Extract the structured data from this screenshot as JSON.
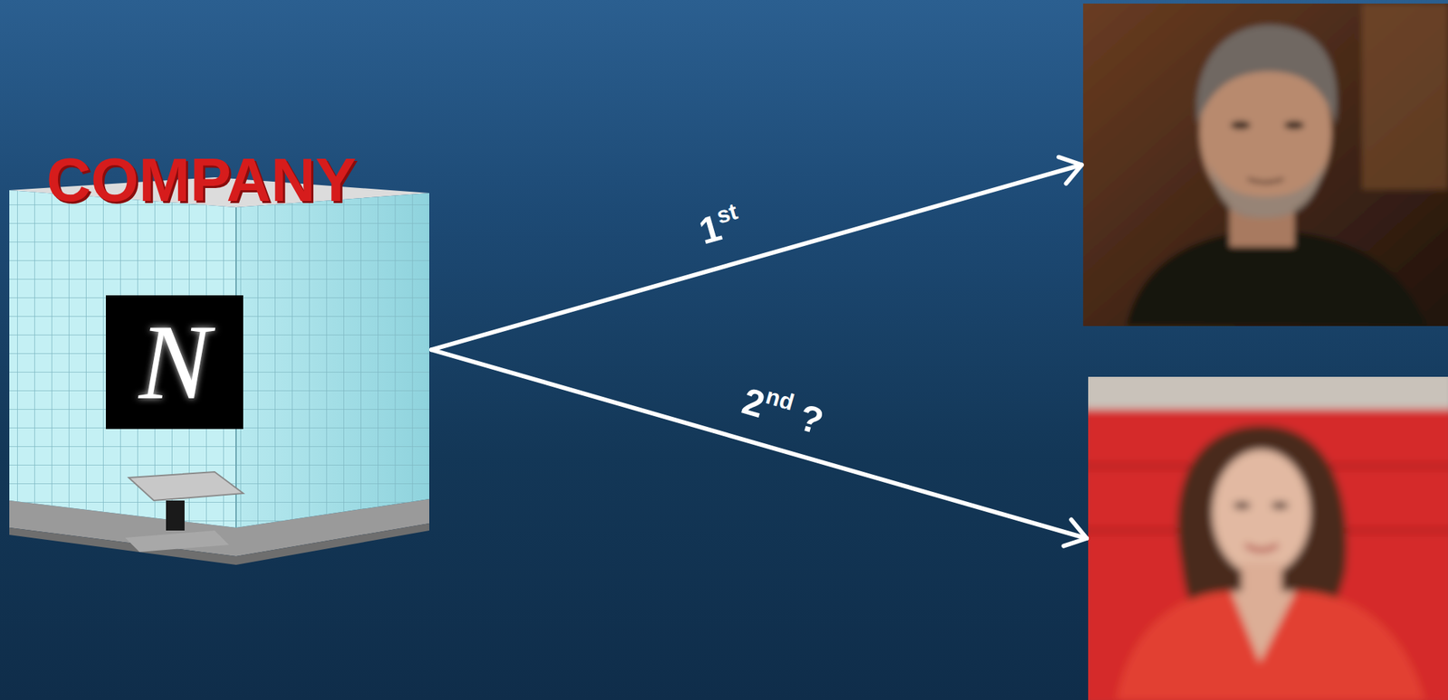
{
  "diagram": {
    "nodes": [
      {
        "text": [
          "COMPANY",
          "N"
        ]
      },
      {
        "text": []
      },
      {
        "text": []
      }
    ],
    "edges": [
      {
        "from": 0,
        "to": 1,
        "arrow": "to",
        "label": "1st"
      },
      {
        "from": 0,
        "to": 2,
        "arrow": "to",
        "label": "2nd ?"
      }
    ]
  }
}
